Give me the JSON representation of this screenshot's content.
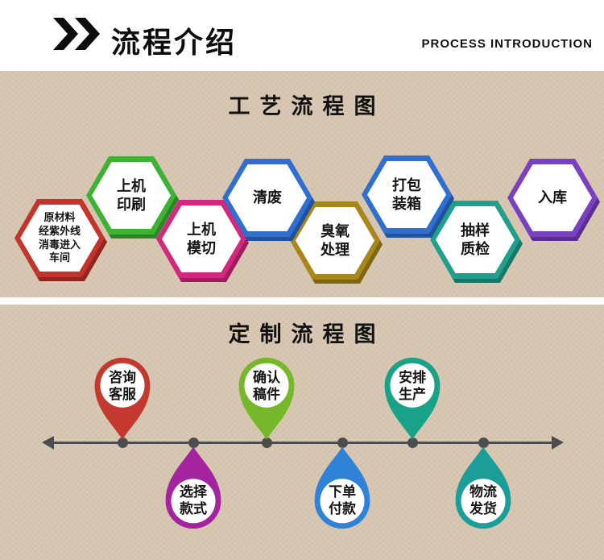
{
  "header": {
    "logo_icon": "fast-forward-chevrons",
    "title": "流程介绍",
    "subtitle": "PROCESS INTRODUCTION"
  },
  "process_flow": {
    "title": "工艺流程图",
    "steps": [
      {
        "lines": [
          "原材料",
          "经紫外线",
          "消毒进入",
          "车间"
        ],
        "color": "#c2342c",
        "dark": "#8f2620"
      },
      {
        "lines": [
          "上机",
          "印刷"
        ],
        "color": "#3eb234",
        "dark": "#2e8526"
      },
      {
        "lines": [
          "上机",
          "模切"
        ],
        "color": "#d4277e",
        "dark": "#9e1d5e"
      },
      {
        "lines": [
          "清废"
        ],
        "color": "#2e6fd0",
        "dark": "#22529b"
      },
      {
        "lines": [
          "臭氧",
          "处理"
        ],
        "color": "#a8871a",
        "dark": "#7d6512"
      },
      {
        "lines": [
          "打包",
          "装箱"
        ],
        "color": "#2e6fd0",
        "dark": "#22529b"
      },
      {
        "lines": [
          "抽样",
          "质检"
        ],
        "color": "#1fa08c",
        "dark": "#177768"
      },
      {
        "lines": [
          "入库"
        ],
        "color": "#7b3fc4",
        "dark": "#5b2f92"
      }
    ]
  },
  "custom_flow": {
    "title": "定制流程图",
    "steps": [
      {
        "lines": [
          "咨询",
          "客服"
        ],
        "color": "#c3392f",
        "side": "above"
      },
      {
        "lines": [
          "选择",
          "款式"
        ],
        "color": "#a3249e",
        "side": "below"
      },
      {
        "lines": [
          "确认",
          "稿件"
        ],
        "color": "#76b82a",
        "side": "above"
      },
      {
        "lines": [
          "下单",
          "付款"
        ],
        "color": "#2f83d6",
        "side": "below"
      },
      {
        "lines": [
          "安排",
          "生产"
        ],
        "color": "#18a287",
        "side": "above"
      },
      {
        "lines": [
          "物流",
          "发货"
        ],
        "color": "#1b9e9a",
        "side": "below"
      }
    ]
  }
}
